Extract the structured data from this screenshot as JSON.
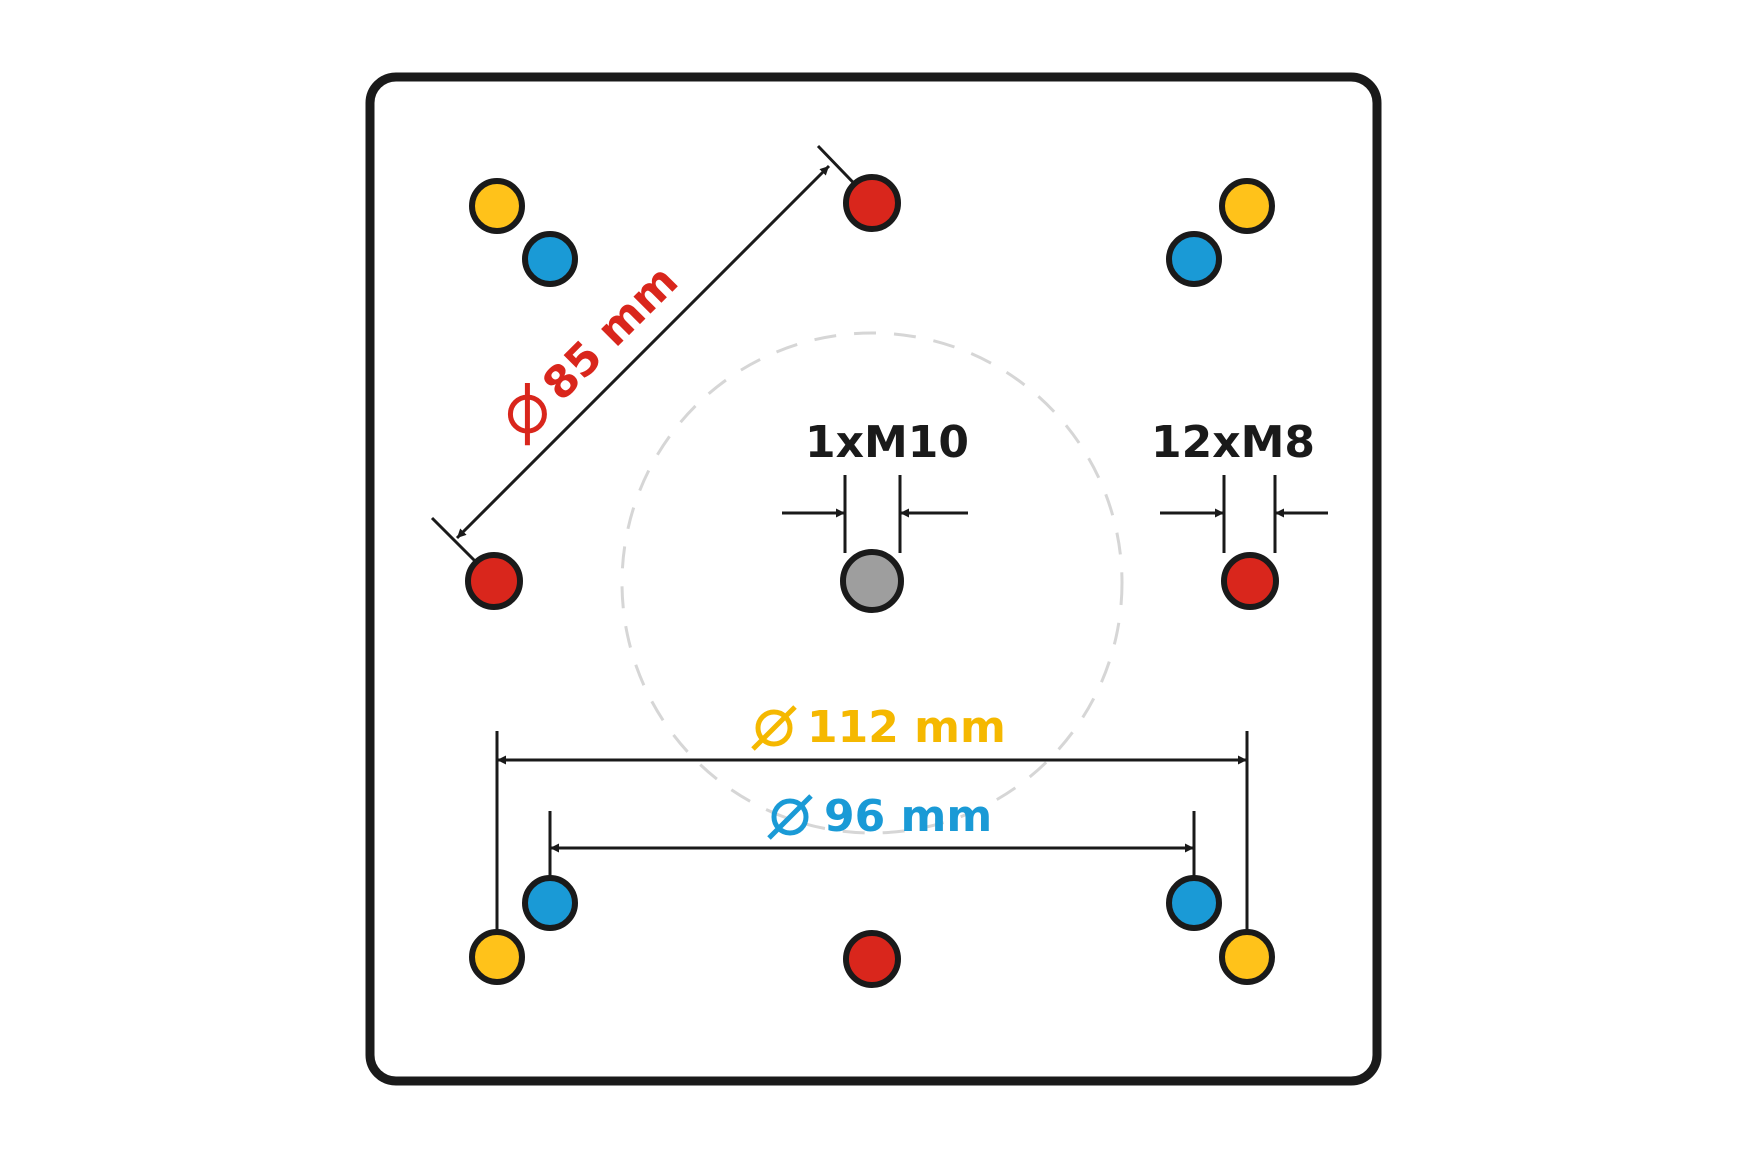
{
  "colors": {
    "plate_stroke": "#1a1a1a",
    "red_hole": "#d9261c",
    "blue_hole": "#1a9ad6",
    "yellow_hole": "#ffc21a",
    "gray_hole": "#9e9e9e",
    "dashed_circle": "#d6d6d6",
    "label_red": "#d9261c",
    "label_yellow": "#f5b800",
    "label_blue": "#1a9ad6",
    "label_black": "#1a1a1a"
  },
  "labels": {
    "diameter_85": "85 mm",
    "diameter_112": "112 mm",
    "diameter_96": "96 mm",
    "center_thread": "1xM10",
    "outer_thread": "12xM8"
  },
  "icons": {
    "diameter_symbol": "diameter-icon"
  }
}
